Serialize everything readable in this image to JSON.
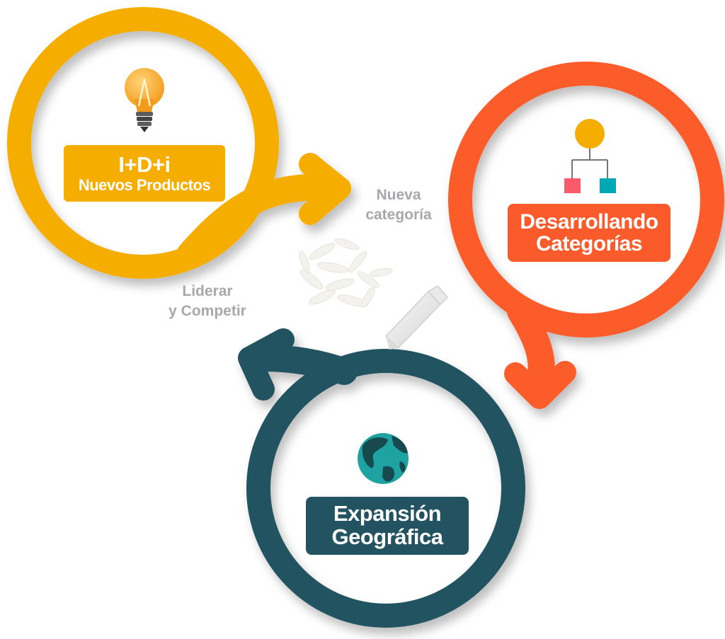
{
  "stages": {
    "innovation": {
      "line1": "I+D+i",
      "line2": "Nuevos Productos",
      "icon": "lightbulb-icon",
      "color": "#f5ad00"
    },
    "categories": {
      "line1": "Desarrollando",
      "line2": "Categorías",
      "icon": "org-chart-icon",
      "color": "#fb5b2b"
    },
    "expansion": {
      "line1": "Expansión",
      "line2": "Geográfica",
      "icon": "globe-icon",
      "color": "#235360"
    }
  },
  "notes": {
    "nueva_1": "Nueva",
    "nueva_2": "categoría",
    "liderar_1": "Liderar",
    "liderar_2": "y Competir"
  },
  "decor": {
    "rice": "rice-grains-icon",
    "bar": "pasta-bar-icon",
    "text_gray": "#a7a8aa"
  }
}
